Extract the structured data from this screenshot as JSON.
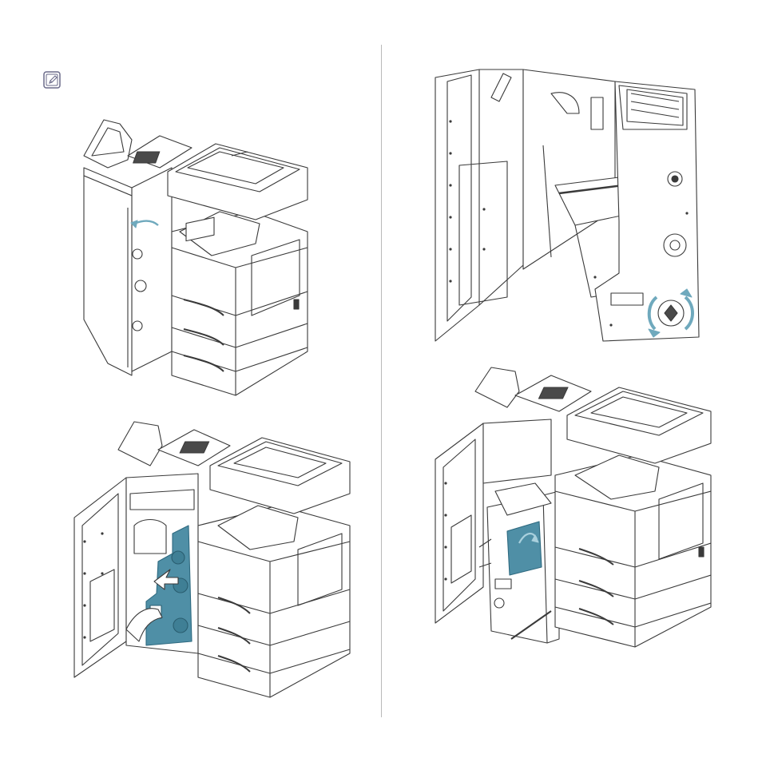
{
  "page": {
    "icons": {
      "note": "note-pencil-icon"
    },
    "colors": {
      "line": "#3a3a3a",
      "highlight": "#4f8fa6",
      "highlight_light": "#7fb3c6",
      "arrow": "#6fa9bd",
      "divider": "#b9b9b9"
    },
    "illustrations": [
      {
        "id": "fig1",
        "subject": "printer-with-finisher-side-door-open"
      },
      {
        "id": "fig2",
        "subject": "finisher-interior-knob-rotation"
      },
      {
        "id": "fig3",
        "subject": "finisher-panel-lowered-blue"
      },
      {
        "id": "fig4",
        "subject": "finisher-unit-pulled-out"
      }
    ]
  }
}
